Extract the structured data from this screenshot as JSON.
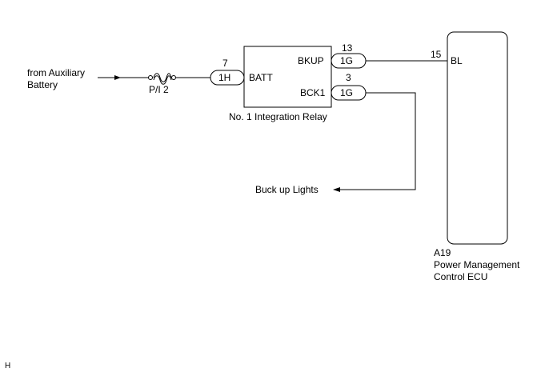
{
  "source": {
    "line1": "from Auxiliary",
    "line2": "Battery"
  },
  "fuse": {
    "label": "P/I 2"
  },
  "relay": {
    "name": "No. 1 Integration Relay",
    "batt_pin_number": "7",
    "batt_connector": "1H",
    "batt_terminal": "BATT",
    "bkup_pin_number": "13",
    "bkup_connector": "1G",
    "bkup_terminal": "BKUP",
    "bck1_pin_number": "3",
    "bck1_connector": "1G",
    "bck1_terminal": "BCK1"
  },
  "ecu": {
    "pin_number": "15",
    "terminal": "BL",
    "code": "A19",
    "name_line1": "Power Management",
    "name_line2": "Control ECU"
  },
  "output": {
    "label": "Buck up Lights"
  },
  "corner_mark": "H"
}
